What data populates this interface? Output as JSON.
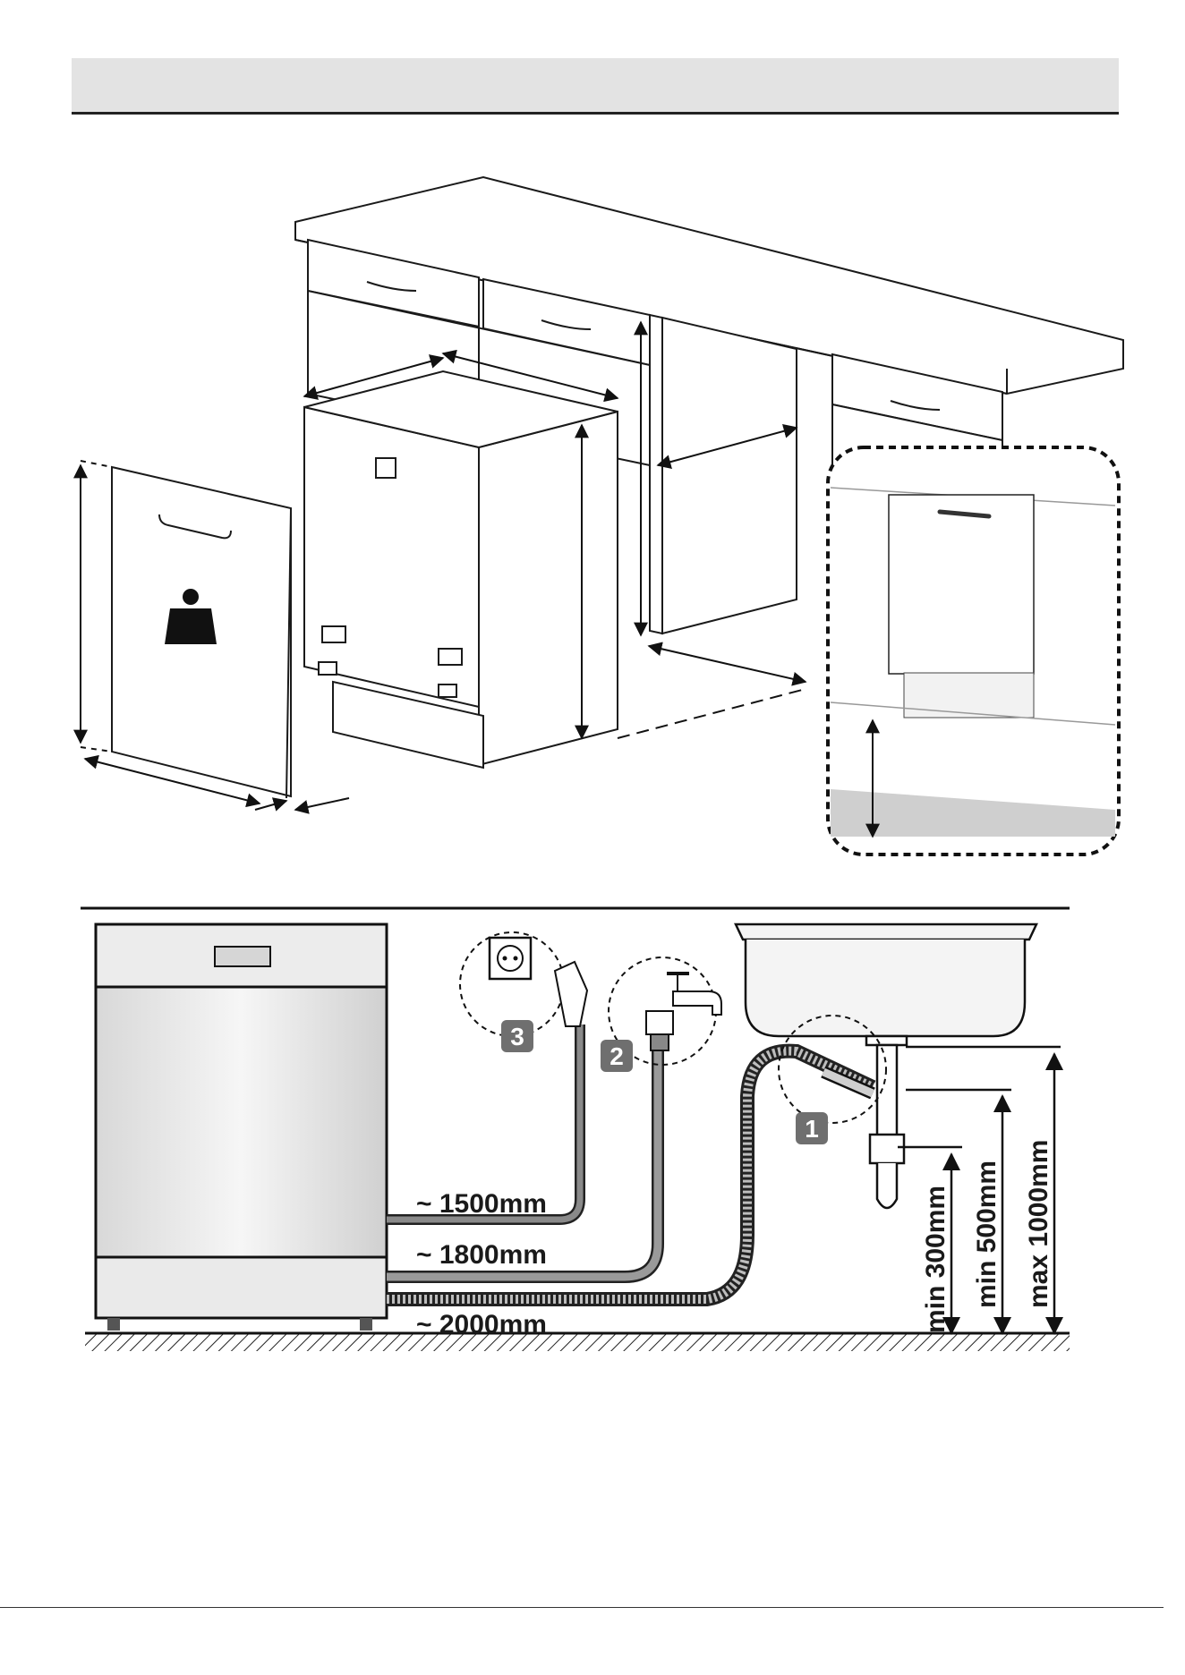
{
  "header": {
    "title": ""
  },
  "connection": {
    "hose_lengths": {
      "power_cable": "~ 1500mm",
      "inlet_hose": "~ 1800mm",
      "drain_hose": "~ 2000mm"
    },
    "heights": {
      "min_300": "min 300mm",
      "min_500": "min 500mm",
      "max_1000": "max 1000mm"
    },
    "callouts": {
      "drain": "1",
      "tap": "2",
      "socket": "3"
    }
  },
  "icons": [
    "weight-icon",
    "power-socket-icon",
    "water-tap-icon",
    "plug-icon",
    "siphon-icon"
  ],
  "colors": {
    "line": "#1a1a1a",
    "badge": "#6f6f6f",
    "header_bg": "#e3e3e3",
    "hose": "#8a8a8a"
  }
}
